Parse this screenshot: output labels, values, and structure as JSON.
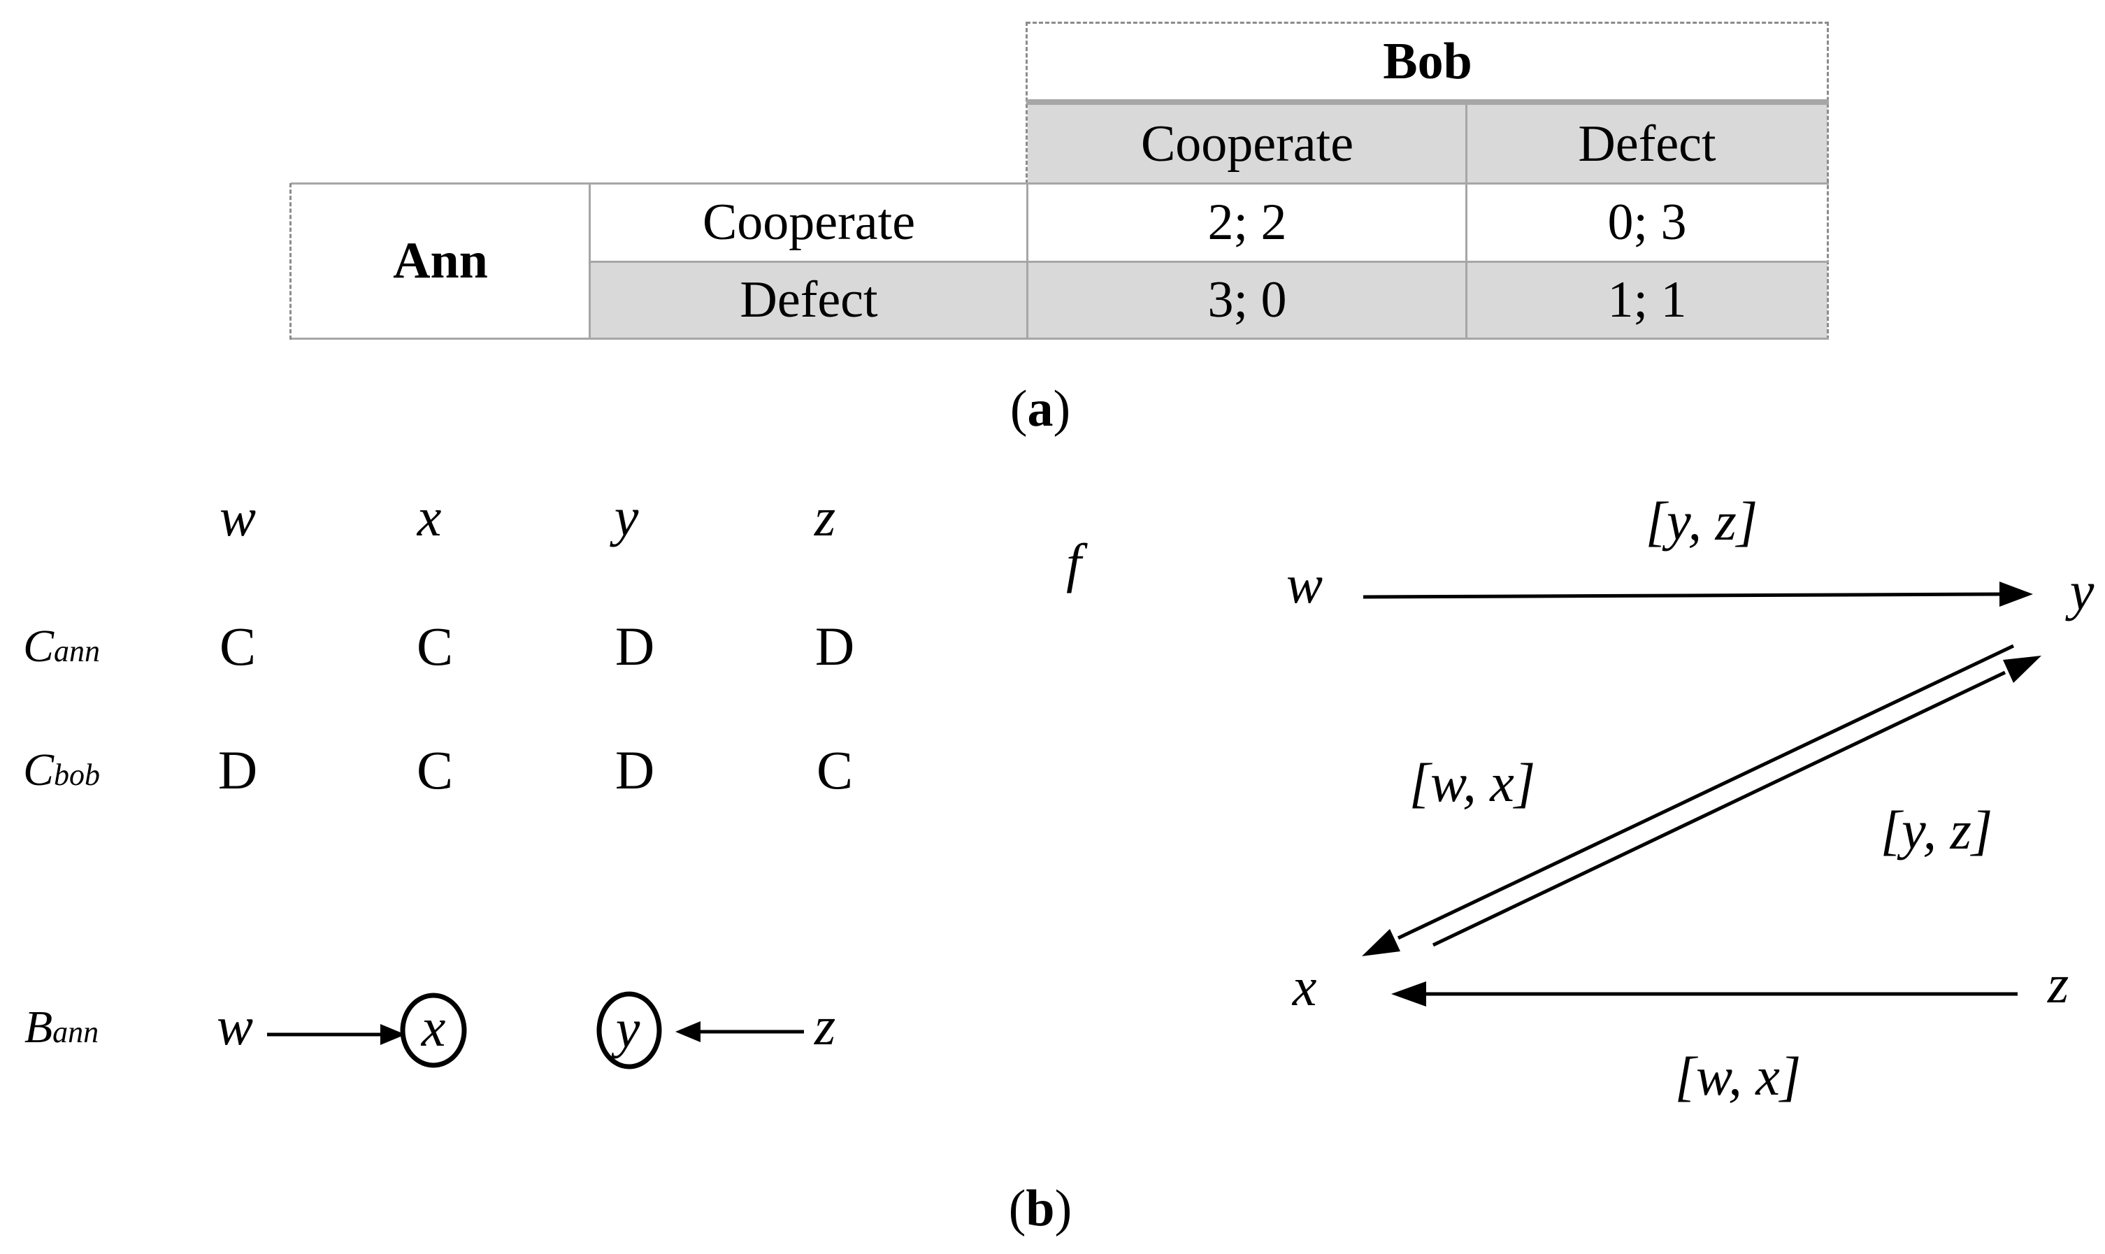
{
  "table": {
    "column_player": "Bob",
    "row_player": "Ann",
    "column_strategies": [
      "Cooperate",
      "Defect"
    ],
    "row_strategies": [
      "Cooperate",
      "Defect"
    ],
    "payoffs": [
      [
        "2; 2",
        "0; 3"
      ],
      [
        "3; 0",
        "1; 1"
      ]
    ]
  },
  "caption_a": "a",
  "caption_b": "b",
  "states": [
    "w",
    "x",
    "y",
    "z"
  ],
  "rows": [
    {
      "label": "C",
      "subscript": "ann",
      "values": [
        "C",
        "C",
        "D",
        "D"
      ]
    },
    {
      "label": "C",
      "subscript": "bob",
      "values": [
        "D",
        "C",
        "D",
        "C"
      ]
    }
  ],
  "belief": {
    "label": "B",
    "subscript": "ann",
    "from_left": "w",
    "target_left": "x",
    "target_right": "y",
    "from_right": "z"
  },
  "function": {
    "name": "f",
    "nodes": {
      "top_left": "w",
      "top_right": "y",
      "bottom_left": "x",
      "bottom_right": "z"
    },
    "edge_labels": {
      "w_to_y": "[y, z]",
      "y_to_x": "[w, x]",
      "x_to_y": "[y, z]",
      "z_to_x": "[w, x]"
    }
  }
}
